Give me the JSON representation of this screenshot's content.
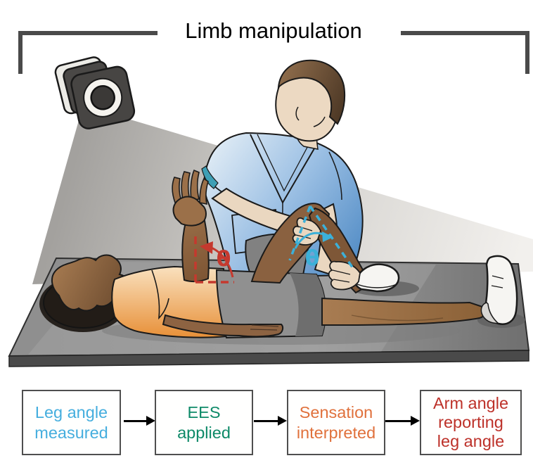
{
  "figure": {
    "title": "Limb manipulation",
    "scene": {
      "camera": "video-tracking-camera",
      "arm_angle_label": "θ",
      "leg_angle_label": "θ"
    },
    "colors": {
      "arm_annotation_red": "#c5392e",
      "leg_annotation_blue": "#3cb0d8",
      "bracket_gray": "#4a4a4a",
      "scrubs_blue": "#4c88c3",
      "shirt_orange": "#e78e35",
      "mat_gray": "#8f8f8f",
      "flow_blue": "#45aede",
      "flow_green": "#0e8a68",
      "flow_orange": "#e0713c",
      "flow_red": "#bd3129"
    },
    "flowchart": {
      "boxes": [
        {
          "name": "leg-angle-measured",
          "lines": [
            "Leg angle",
            "measured"
          ],
          "color": "#45aede"
        },
        {
          "name": "ees-applied",
          "lines": [
            "EES",
            "applied"
          ],
          "color": "#0e8a68"
        },
        {
          "name": "sensation-interpreted",
          "lines": [
            "Sensation",
            "interpreted"
          ],
          "color": "#e0713c"
        },
        {
          "name": "arm-angle-reporting",
          "lines": [
            "Arm angle",
            "reporting",
            "leg angle"
          ],
          "color": "#bd3129"
        }
      ]
    }
  }
}
